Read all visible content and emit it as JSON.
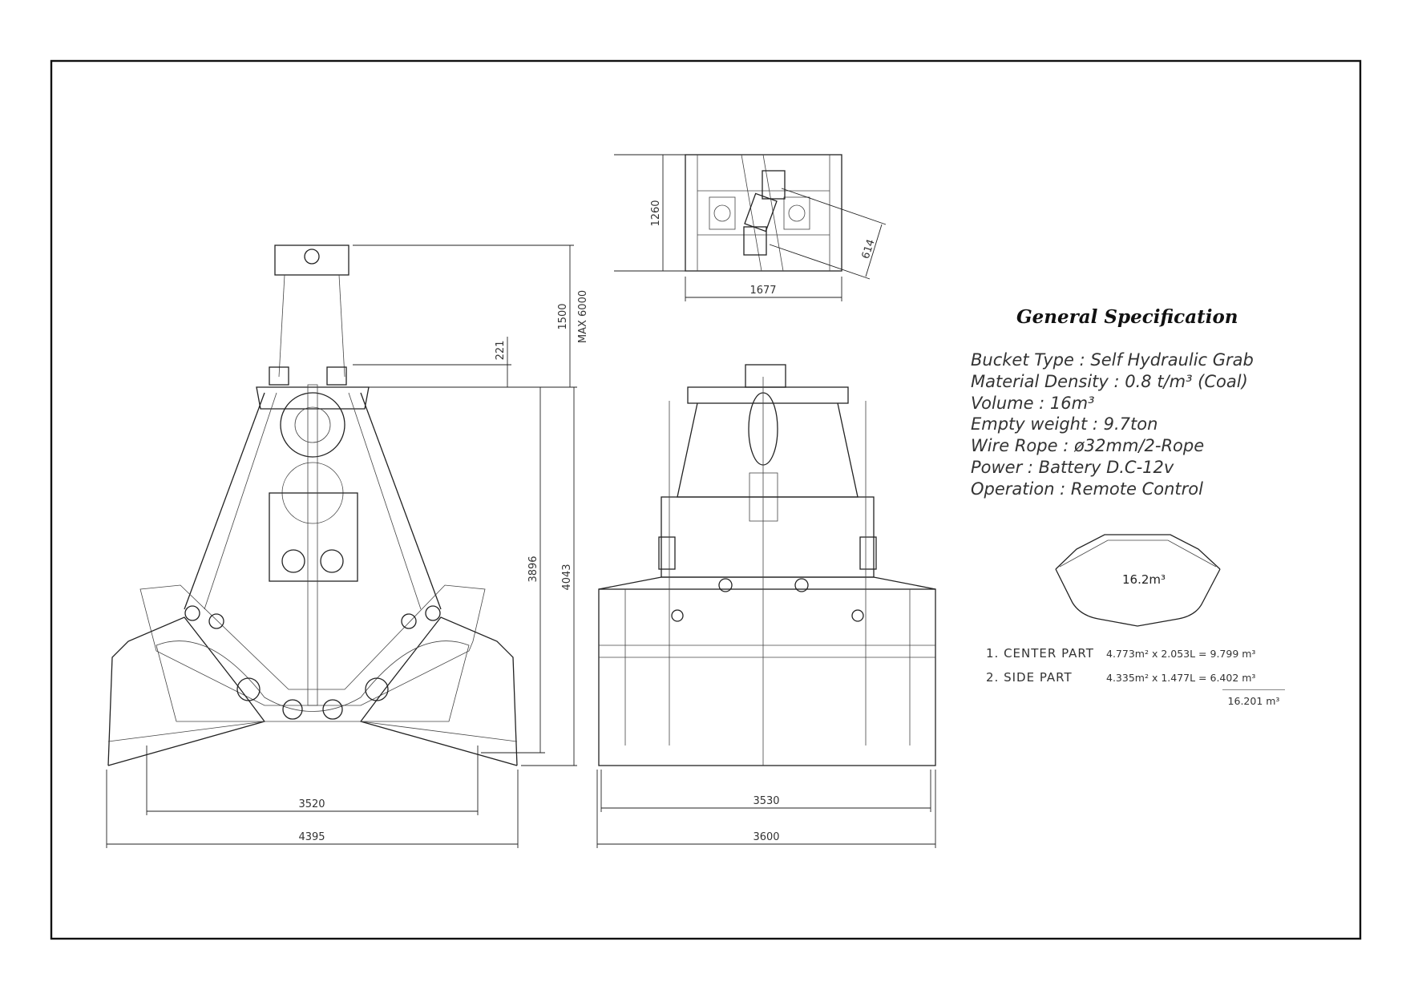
{
  "spec": {
    "title": "General Specification",
    "lines": [
      "Bucket Type : Self  Hydraulic Grab",
      "Material Density : 0.8 t/m³ (Coal)",
      "Volume : 16m³",
      "Empty weight : 9.7ton",
      "Wire Rope : ø32mm/2-Rope",
      "Power : Battery D.C-12v",
      "Operation : Remote Control"
    ]
  },
  "capacity": {
    "volume_label": "16.2m³",
    "parts": [
      {
        "name": "1. CENTER PART",
        "calc": "4.773m² x  2.053L  =  9.799 m³"
      },
      {
        "name": "2. SIDE PART",
        "calc": "4.335m² x  1.477L  =  6.402 m³"
      }
    ],
    "total": "16.201 m³"
  },
  "dimensions": {
    "front_width_total": "4395",
    "front_width_inner": "3520",
    "side_width_total": "3600",
    "side_width_inner": "3530",
    "height_3896": "3896",
    "height_4043": "4043",
    "height_221": "221",
    "height_1500": "1500",
    "max_6000": "MAX 6000",
    "top_width": "1677",
    "top_depth": "1260",
    "top_diag": "614"
  }
}
